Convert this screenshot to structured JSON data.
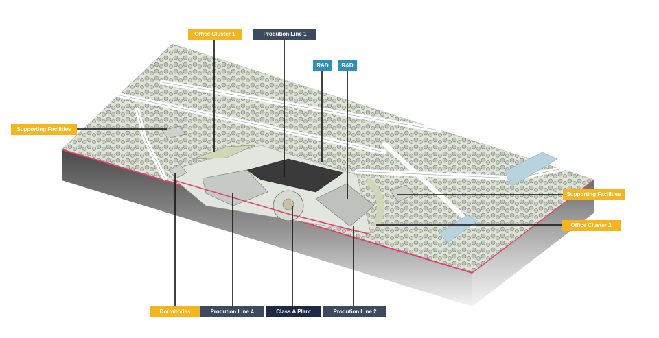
{
  "colors": {
    "yellow": "#f6b51c",
    "navy": "#3c4a60",
    "dark_navy": "#1e2a45",
    "teal": "#2f8fb4",
    "site_edge": "#e0406e",
    "ground": "#d9e2cc",
    "water": "#b7d3de"
  },
  "labels": {
    "office_cluster_1": "Office Cluster 1",
    "production_line_1": "Prodution Line 1",
    "rd_1": "R&D",
    "rd_2": "R&D",
    "supporting_facilities_left": "Supporting Facilities",
    "supporting_facilities_right": "Supporting Facilities",
    "office_cluster_2": "Office Cluster 2",
    "dormitories": "Dormitories",
    "production_line_4": "Prodution Line 4",
    "class_a_plant": "Class A Plant",
    "production_line_2": "Prodution Line 2"
  }
}
